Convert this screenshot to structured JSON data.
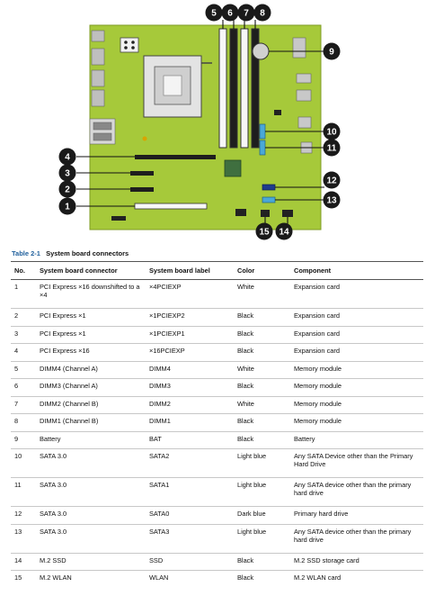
{
  "diagram": {
    "callouts": [
      "1",
      "2",
      "3",
      "4",
      "5",
      "6",
      "7",
      "8",
      "9",
      "10",
      "11",
      "12",
      "13",
      "14",
      "15"
    ]
  },
  "caption": {
    "number": "Table 2-1",
    "title": "System board connectors"
  },
  "table": {
    "headers": [
      "No.",
      "System board connector",
      "System board label",
      "Color",
      "Component"
    ],
    "rows": [
      [
        "1",
        "PCI Express ×16 downshifted to a ×4",
        "×4PCIEXP",
        "White",
        "Expansion card"
      ],
      [
        "2",
        "PCI Express ×1",
        "×1PCIEXP2",
        "Black",
        "Expansion card"
      ],
      [
        "3",
        "PCI Express ×1",
        "×1PCIEXP1",
        "Black",
        "Expansion card"
      ],
      [
        "4",
        "PCI Express ×16",
        "×16PCIEXP",
        "Black",
        "Expansion card"
      ],
      [
        "5",
        "DIMM4 (Channel A)",
        "DIMM4",
        "White",
        "Memory module"
      ],
      [
        "6",
        "DIMM3 (Channel A)",
        "DIMM3",
        "Black",
        "Memory module"
      ],
      [
        "7",
        "DIMM2 (Channel B)",
        "DIMM2",
        "White",
        "Memory module"
      ],
      [
        "8",
        "DIMM1 (Channel B)",
        "DIMM1",
        "Black",
        "Memory module"
      ],
      [
        "9",
        "Battery",
        "BAT",
        "Black",
        "Battery"
      ],
      [
        "10",
        "SATA 3.0",
        "SATA2",
        "Light blue",
        "Any SATA Device other than the Primary Hard Drive"
      ],
      [
        "11",
        "SATA 3.0",
        "SATA1",
        "Light blue",
        "Any SATA device other than the primary hard drive"
      ],
      [
        "12",
        "SATA 3.0",
        "SATA0",
        "Dark blue",
        "Primary hard drive"
      ],
      [
        "13",
        "SATA 3.0",
        "SATA3",
        "Light blue",
        "Any SATA device other than the primary hard drive"
      ],
      [
        "14",
        "M.2 SSD",
        "SSD",
        "Black",
        "M.2 SSD storage card"
      ],
      [
        "15",
        "M.2 WLAN",
        "WLAN",
        "Black",
        "M.2 WLAN card"
      ]
    ]
  },
  "colors": {
    "board": "#a6c93a",
    "board_edge": "#7f9c24",
    "callout": "#1a1a1a",
    "caption_accent": "#1f5f9c",
    "sata_blue": "#4aa8d8"
  }
}
